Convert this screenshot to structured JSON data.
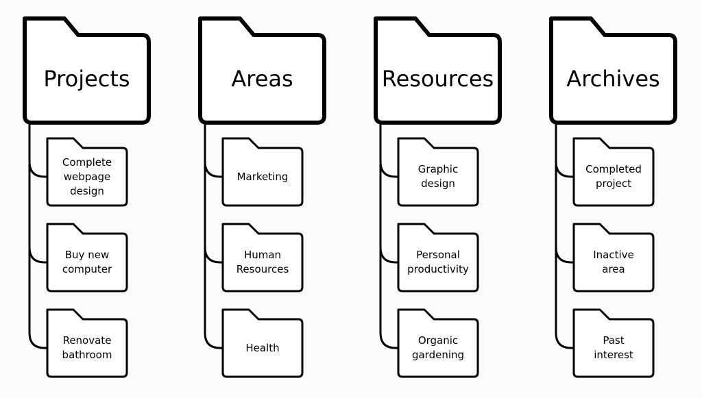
{
  "colors": {
    "stroke": "#000000",
    "fill": "#ffffff",
    "background": "#fbfbfb"
  },
  "categories": [
    {
      "label": "Projects",
      "items": [
        "Complete\nwebpage\ndesign",
        "Buy new\ncomputer",
        "Renovate\nbathroom"
      ]
    },
    {
      "label": "Areas",
      "items": [
        "Marketing",
        "Human\nResources",
        "Health"
      ]
    },
    {
      "label": "Resources",
      "items": [
        "Graphic\ndesign",
        "Personal\nproductivity",
        "Organic\ngardening"
      ]
    },
    {
      "label": "Archives",
      "items": [
        "Completed\nproject",
        "Inactive\narea",
        "Past\ninterest"
      ]
    }
  ]
}
